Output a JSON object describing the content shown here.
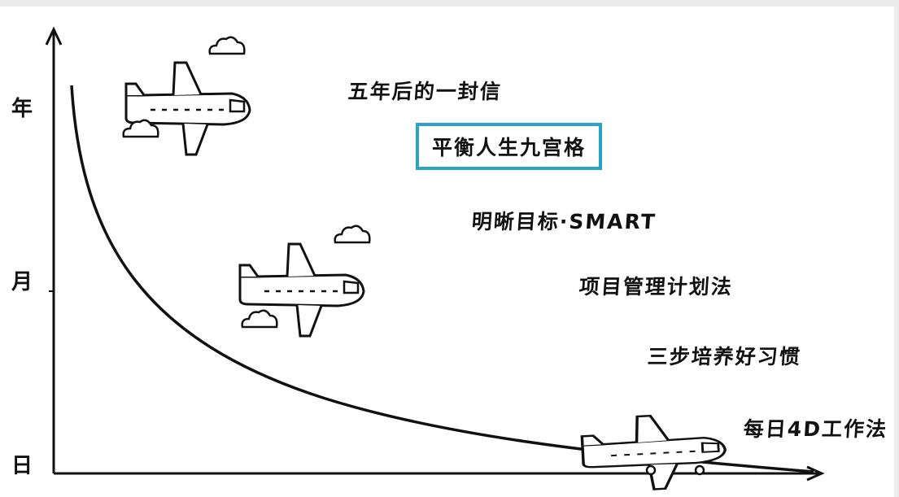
{
  "axis": {
    "y_top": "年",
    "y_mid": "月",
    "y_bottom": "日"
  },
  "labels": [
    "五年后的一封信",
    "平衡人生九宫格",
    "明晰目标·SMART",
    "项目管理计划法",
    "三步培养好习惯",
    "每日4D工作法"
  ],
  "colors": {
    "highlight_box": "#2aa3c4",
    "ink": "#111111"
  }
}
